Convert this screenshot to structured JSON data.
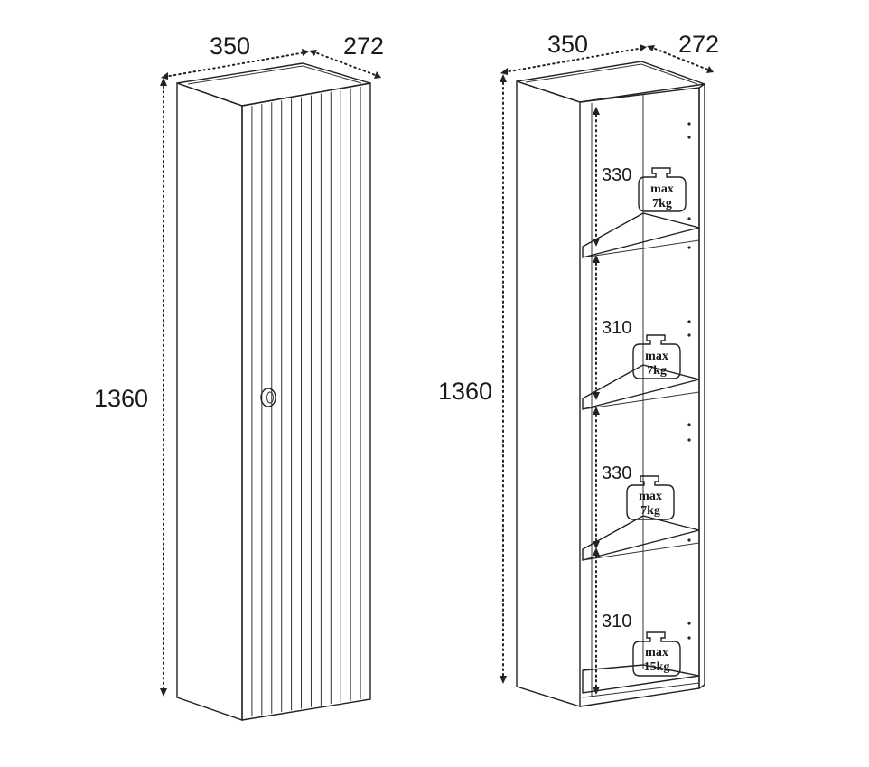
{
  "closed_cabinet": {
    "width_label": "350",
    "depth_label": "272",
    "height_label": "1360"
  },
  "open_cabinet": {
    "width_label": "350",
    "depth_label": "272",
    "height_label": "1360",
    "compartments": [
      {
        "height_label": "330",
        "load_line1": "max",
        "load_line2": "7kg"
      },
      {
        "height_label": "310",
        "load_line1": "max",
        "load_line2": "7kg"
      },
      {
        "height_label": "330",
        "load_line1": "max",
        "load_line2": "7kg"
      },
      {
        "height_label": "310",
        "load_line1": "max",
        "load_line2": "15kg"
      }
    ]
  }
}
